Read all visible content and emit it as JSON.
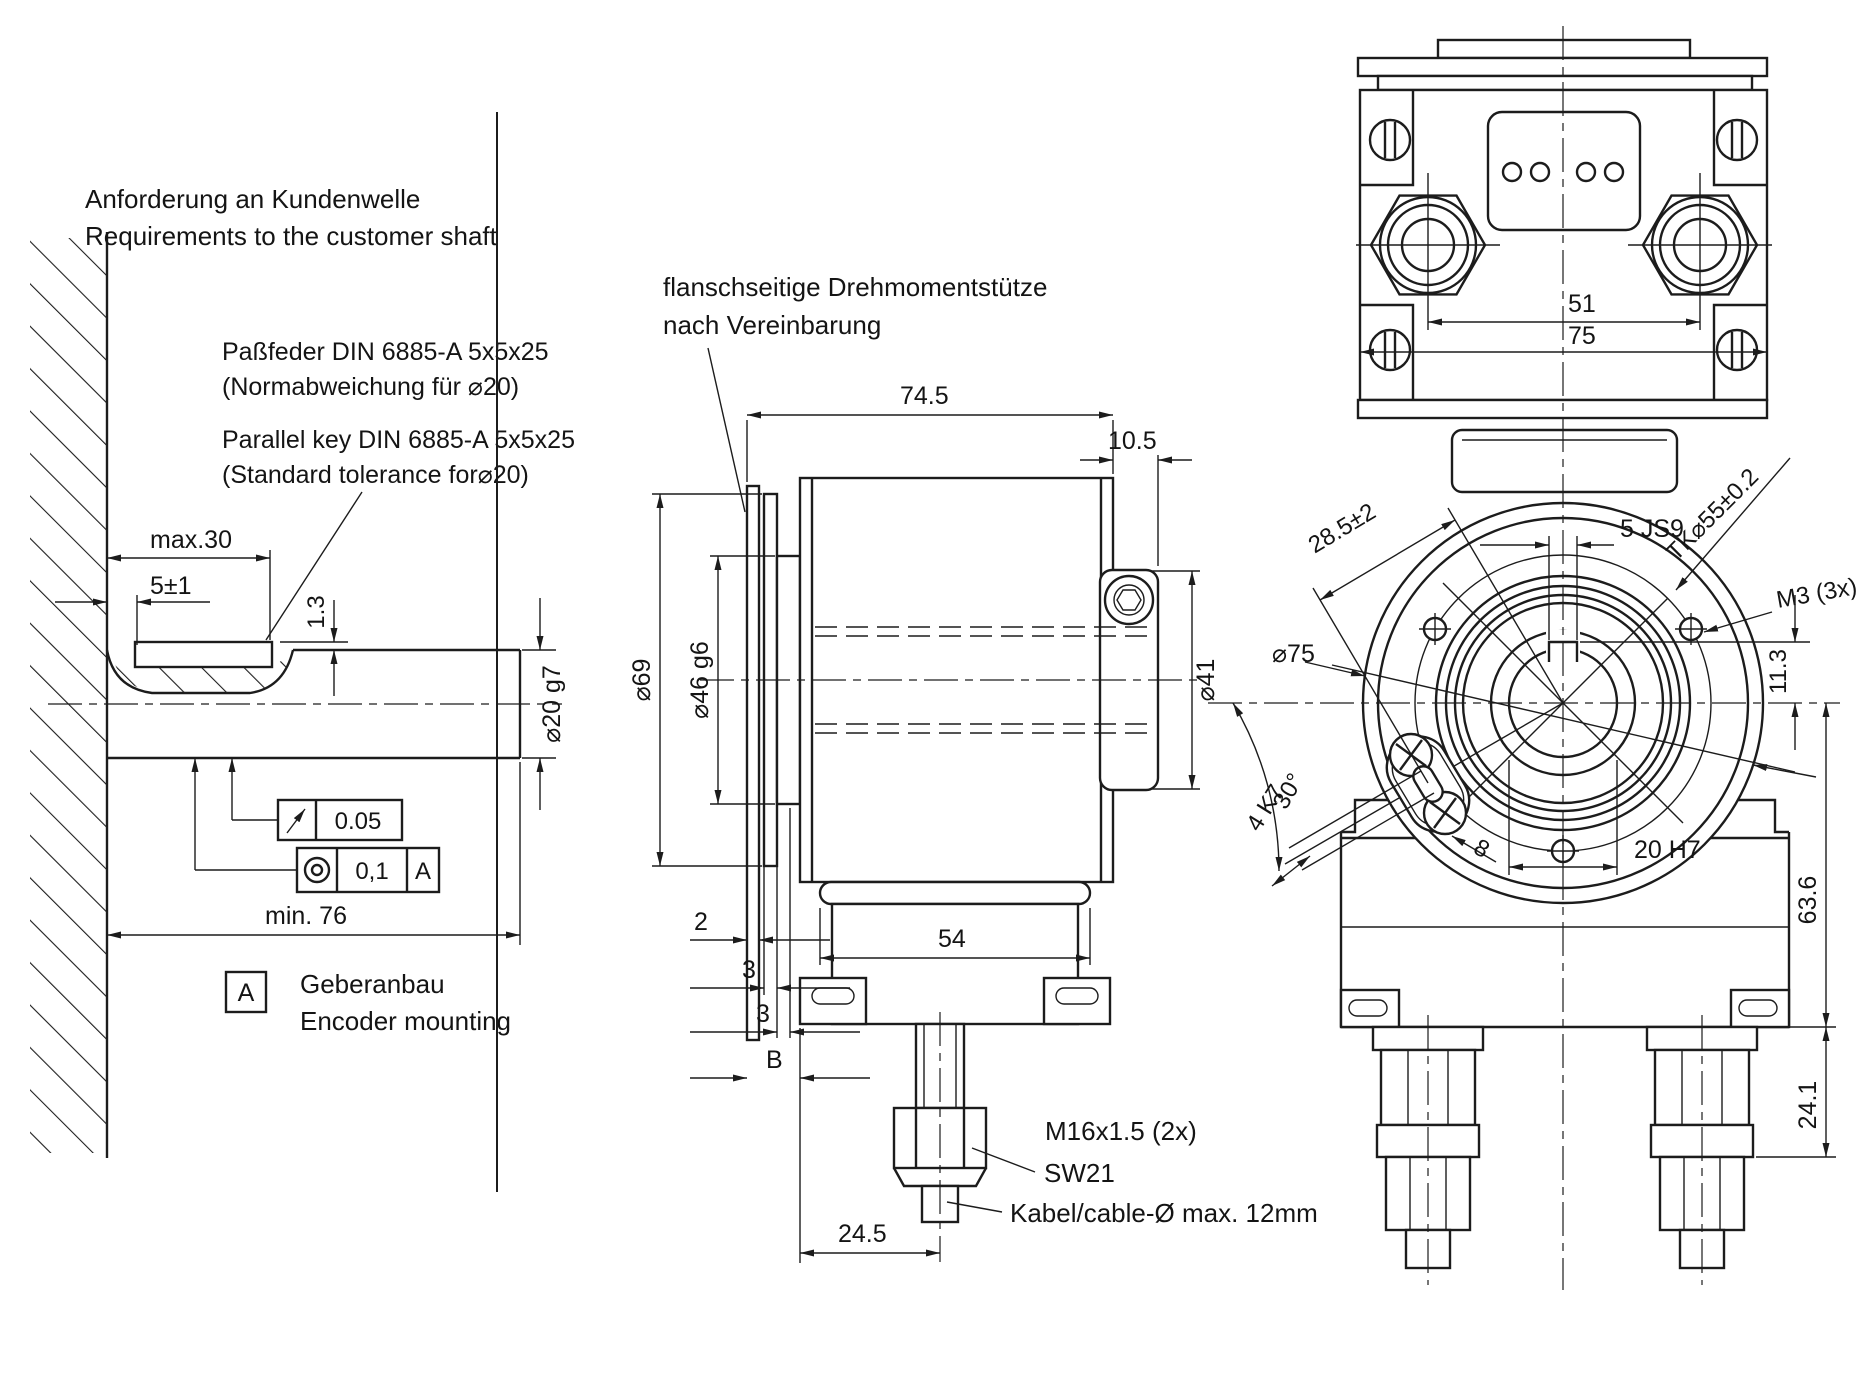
{
  "left": {
    "title1": "Anforderung an Kundenwelle",
    "title2": "Requirements to the customer shaft",
    "key1": "Paßfeder DIN 6885-A 5x5x25",
    "key2": "(Normabweichung für ⌀20)",
    "key3": "Parallel key DIN 6885-A 5x5x25",
    "key4": "(Standard tolerance for⌀20)",
    "max30": "max.30",
    "d5": "5±1",
    "d13": "1.3",
    "shaft": "⌀20 g7",
    "min76": "min. 76",
    "runout": "0.05",
    "conc": "0,1",
    "concDatum": "A",
    "datum": "A",
    "legend1": "Geberanbau",
    "legend2": "Encoder mounting"
  },
  "mid": {
    "note1": "flanschseitige Drehmomentstütze",
    "note2": "nach Vereinbarung",
    "d745": "74.5",
    "d105": "10.5",
    "d69": "⌀69",
    "d46": "⌀46 g6",
    "d41": "⌀41",
    "d2": "2",
    "d54": "54",
    "d3a": "3",
    "d3b": "3",
    "dB": "B",
    "m16": "M16x1.5 (2x)",
    "sw21": "SW21",
    "cable": "Kabel/cable-Ø max. 12mm",
    "d245": "24.5"
  },
  "right": {
    "d51": "51",
    "d75t": "75",
    "d285": "28.5±2",
    "d5js9": "5 JS9",
    "tk55": "TK⌀55±0.2",
    "m3": "M3 (3x)",
    "d75": "⌀75",
    "deg30": "30°",
    "d4k7": "4 K7",
    "d8": "8",
    "d20h7": "20 H7",
    "d113": "11.3",
    "d636": "63.6",
    "d241": "24.1"
  }
}
